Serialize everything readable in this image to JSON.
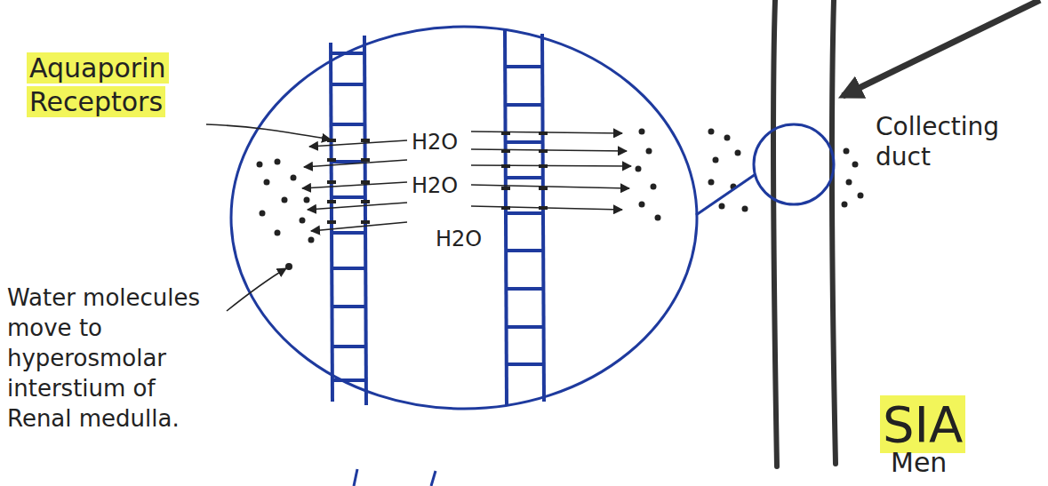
{
  "diagram": {
    "labels": [
      "Aquaporin Receptors",
      "H2O",
      "H2O",
      "H2O",
      "Water molecules move to hyperosmolar interstium of Renal medulla.",
      "Collecting duct",
      "SIA",
      "Men"
    ]
  }
}
